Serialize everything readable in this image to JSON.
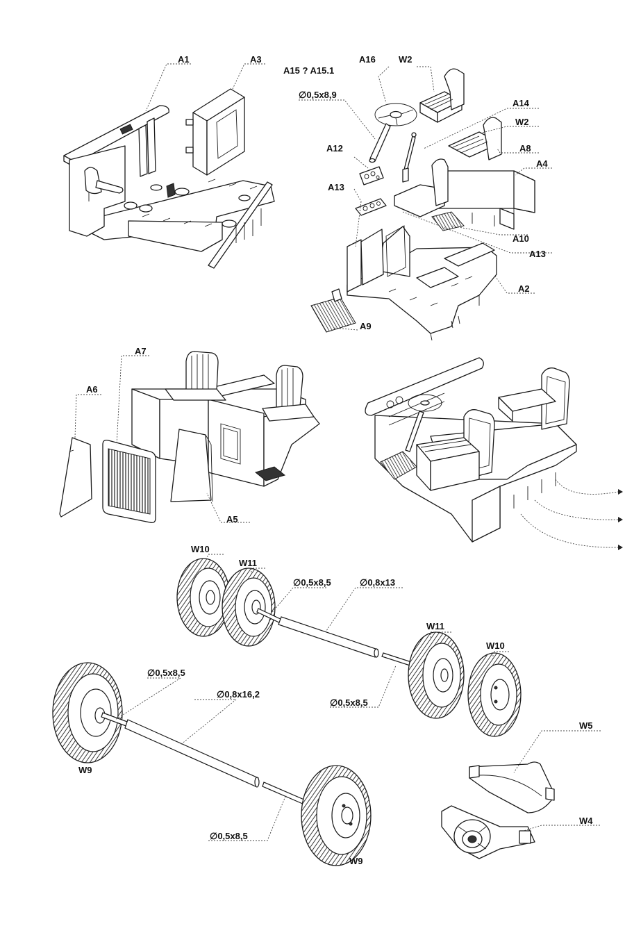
{
  "labels": {
    "a1": "A1",
    "a3": "A3",
    "a15": "A15 ? A15.1",
    "a16": "A16",
    "w2_top": "W2",
    "rod_8_9": "∅0,5x8,9",
    "a14": "A14",
    "w2_right": "W2",
    "a8": "A8",
    "a12": "A12",
    "a4": "A4",
    "a13_left": "A13",
    "a10": "A10",
    "a13_right": "A13",
    "a2": "A2",
    "a9": "A9",
    "a7": "A7",
    "a6": "A6",
    "a5": "A5",
    "w10_left": "W10",
    "w11_left": "W11",
    "rod_8_5_top": "∅0,5x8,5",
    "rod_13": "∅0,8x13",
    "w11_right": "W11",
    "w10_right": "W10",
    "rod_8_5_mid": "∅0,5x8,5",
    "rod_8_5_left": "∅0,5x8,5",
    "rod_16_2": "∅0,8x16,2",
    "w9_left": "W9",
    "w5": "W5",
    "w4": "W4",
    "rod_8_5_bottom": "∅0,5x8,5",
    "w9_right": "W9"
  },
  "icons": {
    "wheel": "wheel-icon",
    "seat": "seat-icon",
    "steering": "steering-wheel-icon",
    "arrow": "arrow-right-icon"
  },
  "colors": {
    "line": "#1a1a1a",
    "paper": "#ffffff"
  }
}
